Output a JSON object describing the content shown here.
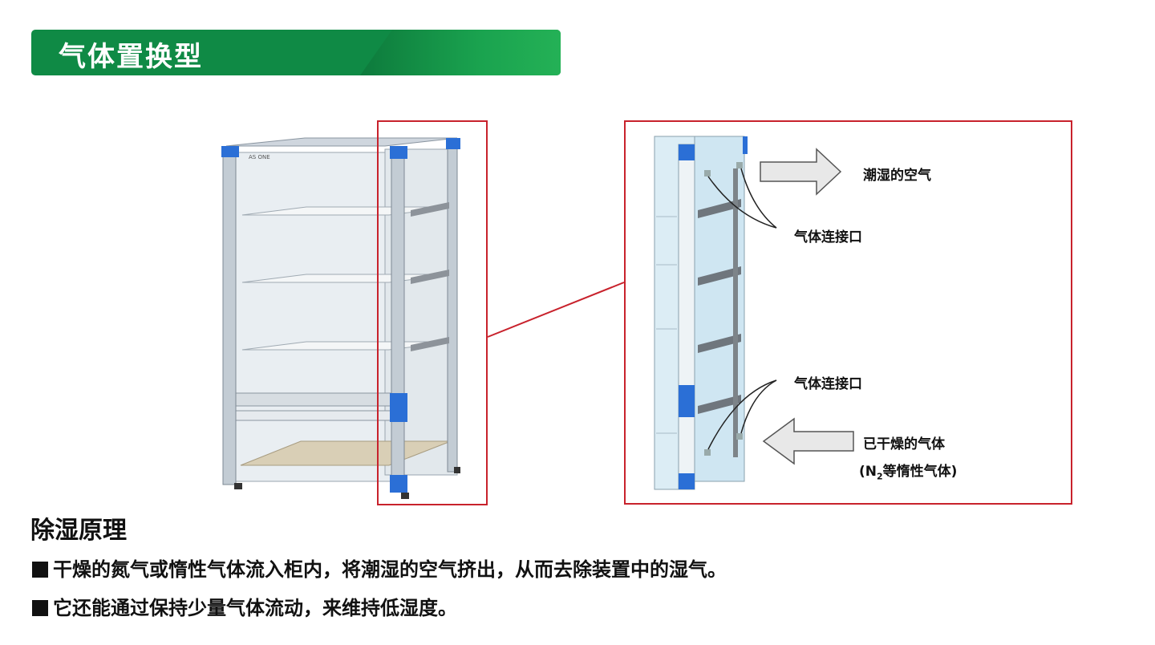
{
  "header": {
    "title": "气体置换型"
  },
  "labels": {
    "humid_air": "潮湿的空气",
    "gas_port_top": "气体连接口",
    "gas_port_bottom": "气体连接口",
    "dry_gas": "已干燥的气体",
    "inert_gas_paren_open": "(N",
    "inert_gas_sub": "2",
    "inert_gas_rest": "等惰性气体)"
  },
  "section": {
    "title": "除湿原理",
    "bullets": [
      "干燥的氮气或惰性气体流入柜内，将潮湿的空气挤出，从而去除装置中的湿气。",
      "它还能通过保持少量气体流动，来维持低湿度。"
    ]
  },
  "colors": {
    "accent_green": "#0f8a45",
    "frame_red": "#c8222c",
    "corner_blue": "#2b6fd6"
  }
}
